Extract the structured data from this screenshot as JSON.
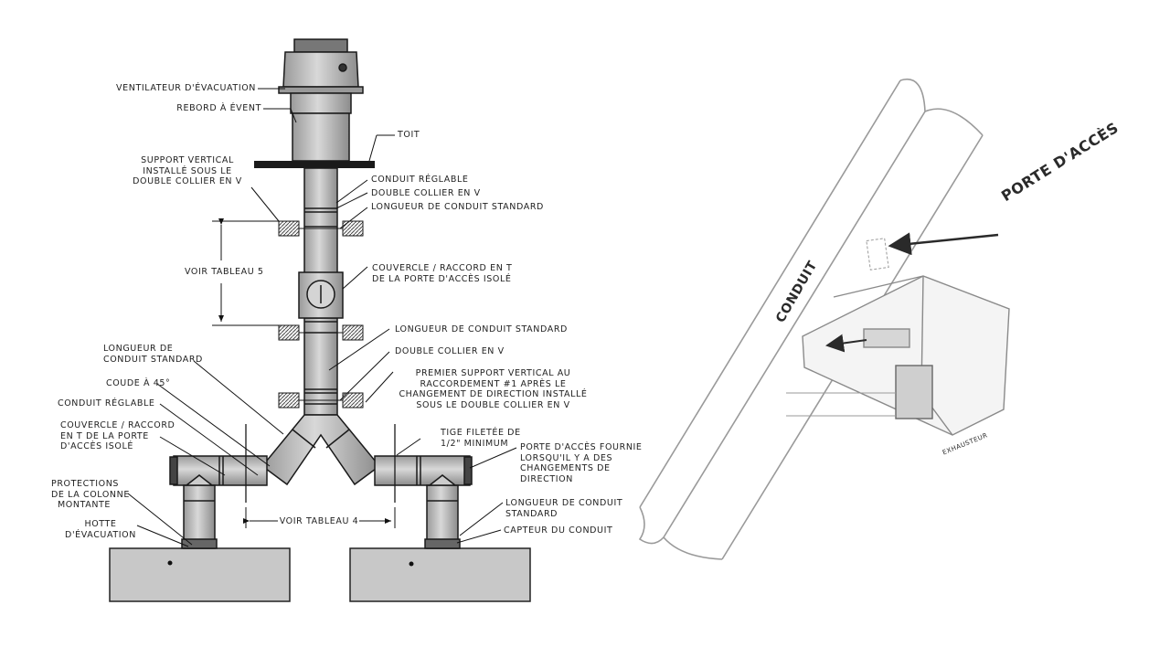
{
  "left_diagram": {
    "labels": {
      "exhaust_fan": "VENTILATEUR D'ÉVACUATION",
      "vent_curb": "REBORD À ÉVENT",
      "roof": "TOIT",
      "vertical_support": [
        "SUPPORT VERTICAL",
        "INSTALLÉ SOUS LE",
        "DOUBLE COLLIER EN V"
      ],
      "adjustable_duct_top": "CONDUIT RÉGLABLE",
      "double_v_collar_top": "DOUBLE COLLIER EN V",
      "standard_length_top": "LONGUEUR DE CONDUIT STANDARD",
      "see_table_5": "VOIR TABLEAU 5",
      "access_cover_top": [
        "COUVERCLE / RACCORD EN T",
        "DE LA PORTE D'ACCÈS ISOLÉ"
      ],
      "standard_length_mid": "LONGUEUR DE CONDUIT STANDARD",
      "double_v_collar_mid": "DOUBLE COLLIER EN V",
      "first_support": [
        "PREMIER SUPPORT VERTICAL AU",
        "RACCORDEMENT #1 APRÈS LE",
        "CHANGEMENT DE DIRECTION INSTALLÉ",
        "SOUS LE DOUBLE COLLIER EN V"
      ],
      "standard_length_left": [
        "LONGUEUR DE",
        "CONDUIT STANDARD"
      ],
      "elbow_45": "COUDE À 45°",
      "adjustable_duct_left": "CONDUIT RÉGLABLE",
      "access_cover_left": [
        "COUVERCLE / RACCORD",
        "EN T DE LA PORTE",
        "D'ACCÈS ISOLÉ"
      ],
      "threaded_rod": [
        "TIGE FILETÉE DE",
        "1/2\" MINIMUM"
      ],
      "access_door_provided": [
        "PORTE D'ACCÈS FOURNIE",
        "LORSQU'IL Y A DES",
        "CHANGEMENTS DE",
        "DIRECTION"
      ],
      "riser_protection": [
        "PROTECTIONS",
        "DE LA COLONNE",
        "MONTANTE"
      ],
      "see_table_4": "VOIR TABLEAU 4",
      "standard_length_right": [
        "LONGUEUR DE CONDUIT",
        "STANDARD"
      ],
      "exhaust_hood": [
        "HOTTE",
        "D'ÉVACUATION"
      ],
      "duct_sensor": "CAPTEUR DU CONDUIT"
    }
  },
  "right_sketch": {
    "access_door": "PORTE D'ACCÈS",
    "duct": "CONDUIT",
    "box_label": "EXHAUSTEUR"
  },
  "colors": {
    "line": "#1a1a1a",
    "duct_fill": "#b9b9b9",
    "slab_fill": "#c8c8c8",
    "roof": "#1a1a1a",
    "sketch": "#9a9a9a"
  }
}
